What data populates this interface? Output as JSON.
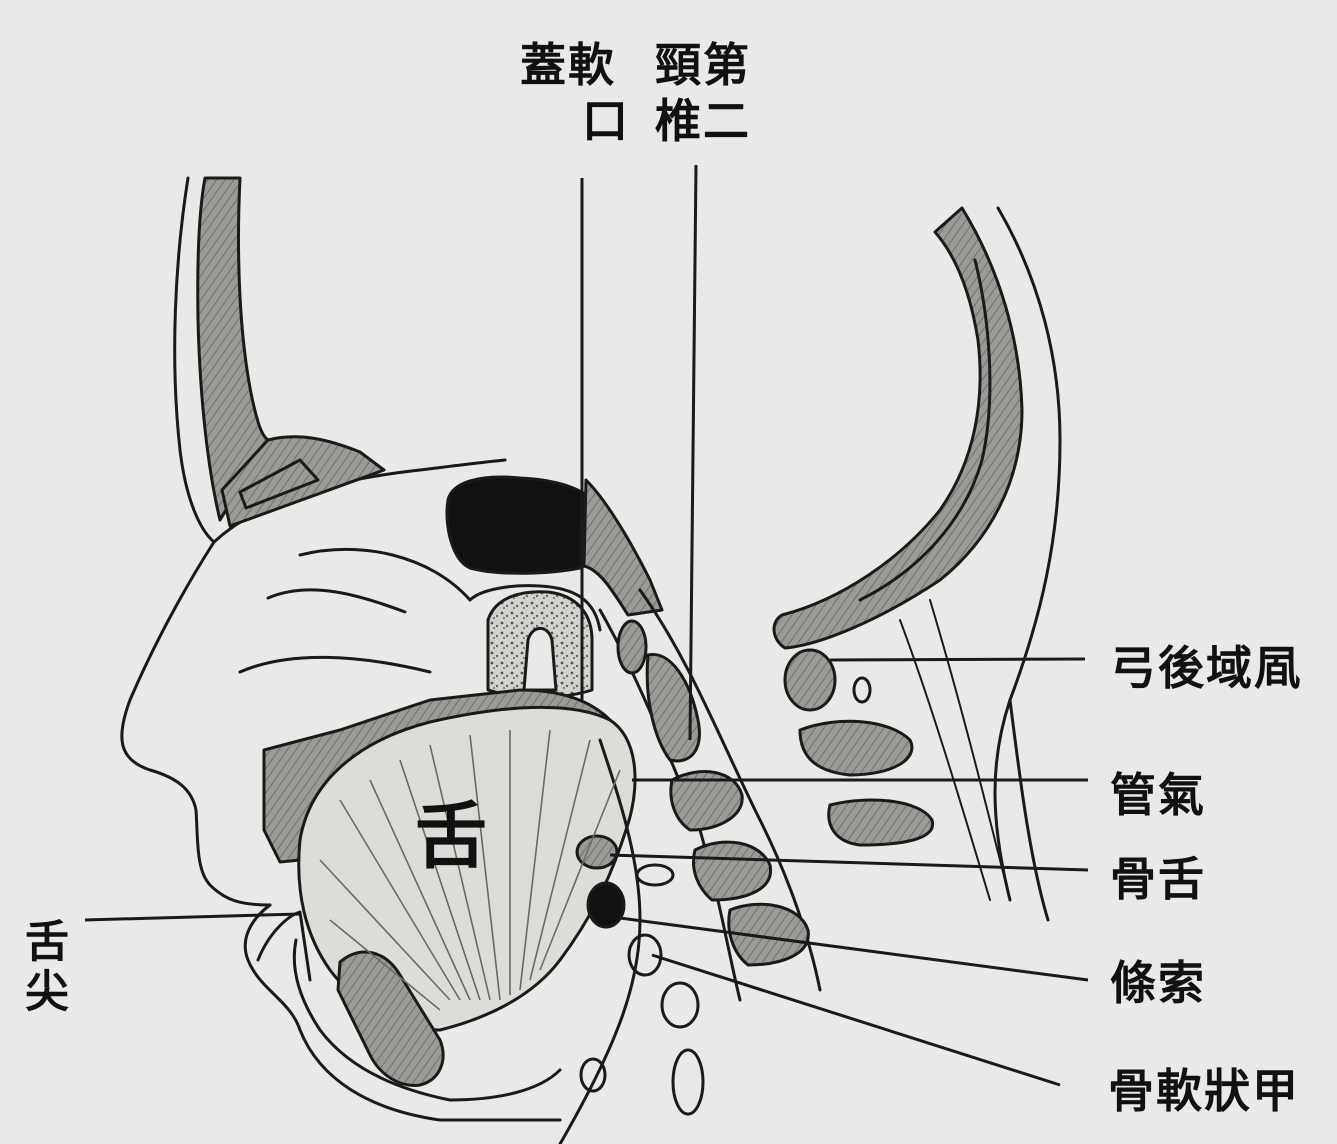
{
  "labels": {
    "soft_palate": {
      "line1": "蓋軟",
      "line2": "口"
    },
    "second_cervical": {
      "line1": "頸第",
      "line2": "椎二"
    },
    "tongue": "舌",
    "tongue_tip": "舌尖",
    "occipital_arch": "弓後域凮",
    "trachea": "管氣",
    "hyoid": "骨舌",
    "cord": "條索",
    "thyroid_cartilage": "骨軟狀甲"
  },
  "colors": {
    "background": "#e9e9e7",
    "line": "#1a1a1a",
    "bone_fill": "#8a8a86",
    "dark_fill": "#111111"
  }
}
